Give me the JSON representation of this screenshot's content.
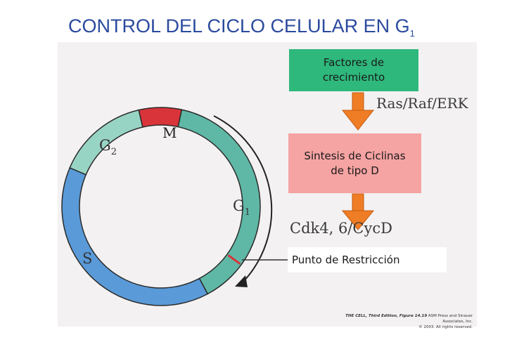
{
  "title": {
    "main": "CONTROL DEL CICLO CELULAR EN G",
    "subscript": "1"
  },
  "boxes": {
    "factors": [
      "Factores de",
      "crecimiento"
    ],
    "synthesis": [
      "Sintesis de Ciclinas",
      "de tipo D"
    ],
    "restriction": "Punto de Restricción"
  },
  "labels": {
    "pathway": "Ras/Raf/ERK",
    "complex": "Cdk4, 6/CycD"
  },
  "phases": {
    "m": "M",
    "g2": "G",
    "g2_sub": "2",
    "g1": "G",
    "g1_sub": "1",
    "s": "S"
  },
  "credit": {
    "line1_italic": "THE CELL, Third Edition, Figure 14.19",
    "line1_rest": " ASM Press and Sinauer Associates, Inc.",
    "line2": "© 2003. All rights reserved."
  },
  "colors": {
    "title": "#2b4a9e",
    "g1": "#5fb8a6",
    "g2": "#98d4c4",
    "s": "#5a9ad8",
    "m": "#d9343a",
    "arrow": "#ef7d26",
    "factors_box": "#2eb87c",
    "synthesis_box": "#f6a3a3"
  }
}
